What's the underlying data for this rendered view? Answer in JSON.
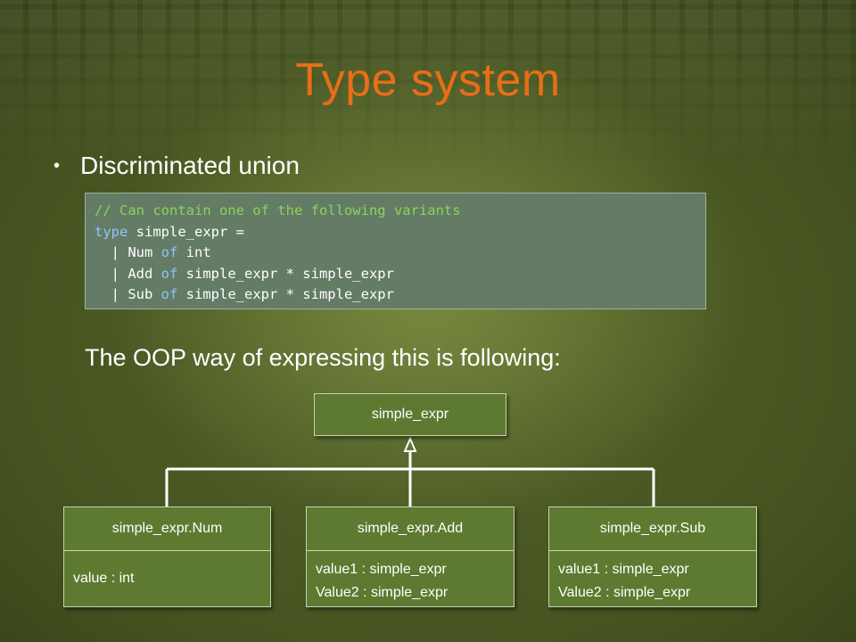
{
  "slide": {
    "title": "Type system",
    "bullet": "Discriminated union",
    "code_lines": [
      [
        {
          "t": "// Can contain one of the following variants",
          "c": "comment"
        }
      ],
      [
        {
          "t": "type",
          "c": "kw"
        },
        {
          "t": " simple_expr =",
          "c": "plain"
        }
      ],
      [
        {
          "t": "  | Num ",
          "c": "plain"
        },
        {
          "t": "of",
          "c": "kw"
        },
        {
          "t": " int",
          "c": "plain"
        }
      ],
      [
        {
          "t": "  | Add ",
          "c": "plain"
        },
        {
          "t": "of",
          "c": "kw"
        },
        {
          "t": " simple_expr * simple_expr",
          "c": "plain"
        }
      ],
      [
        {
          "t": "  | Sub ",
          "c": "plain"
        },
        {
          "t": "of",
          "c": "kw"
        },
        {
          "t": " simple_expr * simple_expr",
          "c": "plain"
        }
      ]
    ],
    "subtext": "The OOP way of expressing this is following:"
  },
  "diagram": {
    "root": "simple_expr",
    "num": {
      "title": "simple_expr.Num",
      "members": [
        "value : int"
      ]
    },
    "add": {
      "title": "simple_expr.Add",
      "members": [
        "value1 : simple_expr",
        "Value2 : simple_expr"
      ]
    },
    "sub": {
      "title": "simple_expr.Sub",
      "members": [
        "value1 : simple_expr",
        "Value2 : simple_expr"
      ]
    }
  },
  "colors": {
    "title": "#e86e17",
    "code_bg": "#647b65",
    "comment": "#8ad45a",
    "keyword": "#8ec3ff",
    "box_fill": "#5e7a31"
  }
}
